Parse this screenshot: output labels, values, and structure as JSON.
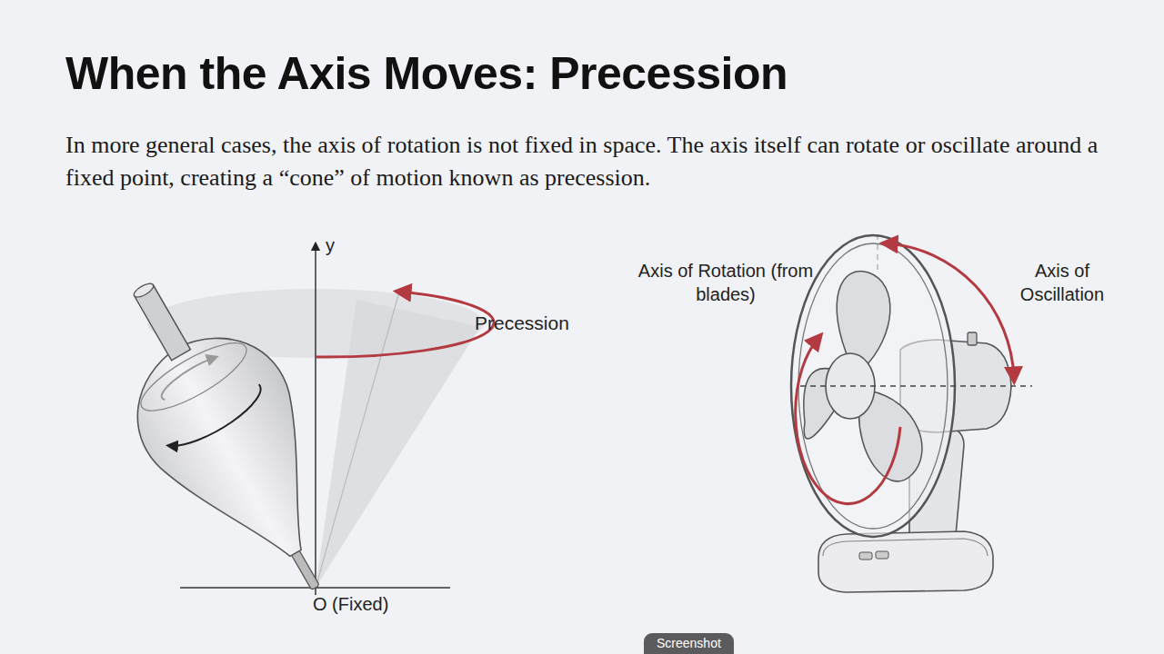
{
  "diagram": {
    "title": "When the Axis Moves: Precession",
    "nodes": [
      {
        "text": [
          "Screenshot"
        ]
      }
    ],
    "labels": [
      "In more general cases, the axis of rotation is not fixed in space. The axis itself can rotate or oscillate around a fixed point, creating a “cone” of motion known as precession.",
      "y",
      "Precession",
      "O (Fixed)",
      "Axis of Rotation (from blades)",
      "Axis of Oscillation"
    ]
  }
}
